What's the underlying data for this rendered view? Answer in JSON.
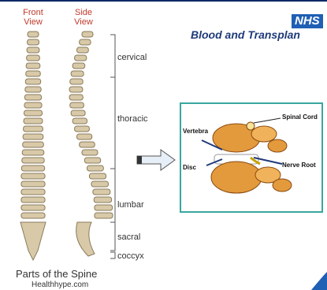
{
  "views": {
    "front": "Front\nView",
    "side": "Side\nView"
  },
  "regions": {
    "cervical": "cervical",
    "thoracic": "thoracic",
    "lumbar": "lumbar",
    "sacral": "sacral",
    "coccyx": "coccyx"
  },
  "caption": {
    "title": "Parts of the Spine",
    "source": "Healthhype.com"
  },
  "header": {
    "nhs": "NHS",
    "org": "Blood and Transplan"
  },
  "inset": {
    "spinal_cord": "Spinal Cord",
    "vertebra": "Vertebra",
    "disc": "Disc",
    "nerve_root": "Nerve Root"
  },
  "colors": {
    "bone": "#d8c9a8",
    "bone_dark": "#8a7a5a",
    "nhs_blue": "#1f5fb4",
    "inset_border": "#3aa6a0",
    "inset_bone": "#e39a3c"
  }
}
